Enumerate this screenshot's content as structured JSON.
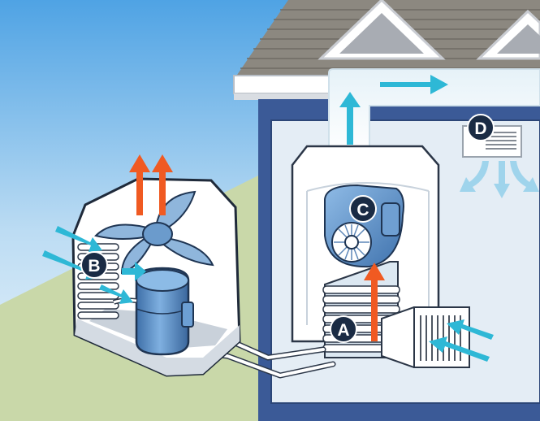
{
  "markers": {
    "a": "A",
    "b": "B",
    "c": "C",
    "d": "D"
  },
  "colors": {
    "sky_top": "#4fa3e4",
    "sky_bottom": "#e8f3fb",
    "grass": "#c9d8a9",
    "roof": "#8c8880",
    "house_wall": "#3b5a97",
    "cold_air": "#2eb8d6",
    "hot_air": "#f05a22",
    "unit_blue": "#5b8ec7",
    "marker": "#1a2b44"
  },
  "icons": {
    "outdoor_unit": "condenser-fan-icon",
    "compressor": "compressor-icon",
    "indoor_coil": "evaporator-coil-icon",
    "blower": "blower-fan-icon",
    "supply_vent": "vent-register-icon",
    "return_filter": "air-filter-icon"
  }
}
